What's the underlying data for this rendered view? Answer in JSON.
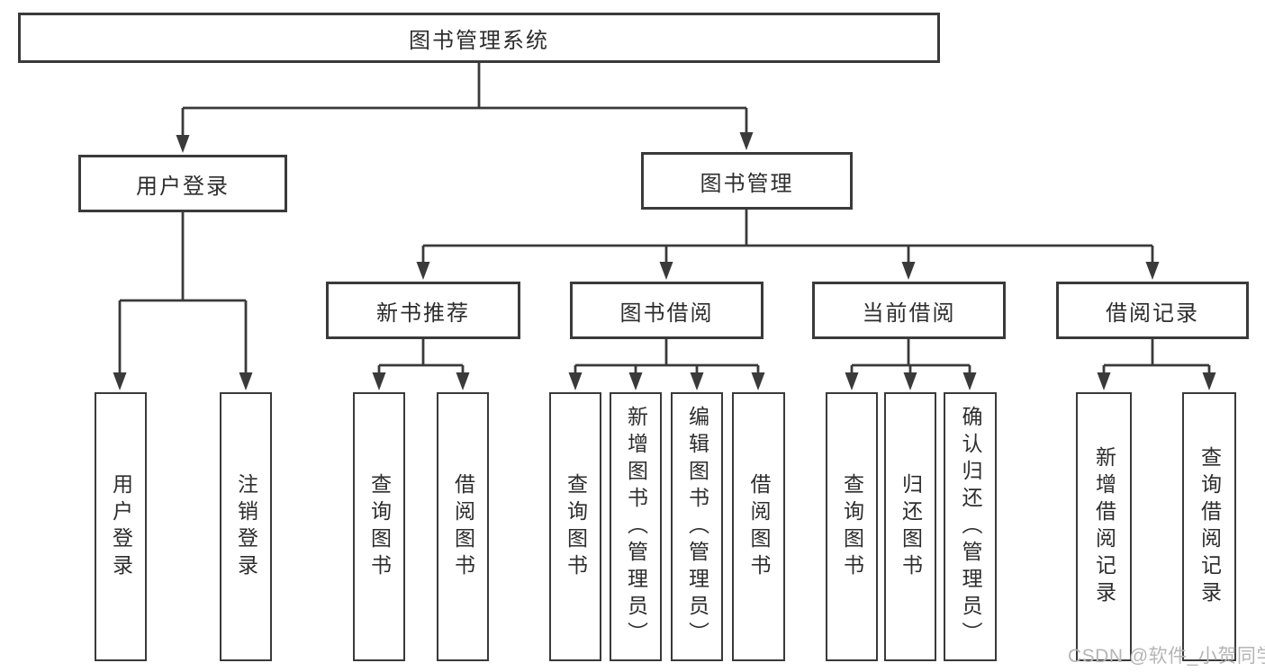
{
  "diagram": {
    "title_node": "图书管理系统",
    "colors": {
      "line": "#3a3a3a",
      "node_border": "#3a3a3a",
      "text": "#2d2d2d",
      "background": "#ffffff",
      "watermark": "#b5b5b5"
    },
    "tree": {
      "root": "图书管理系统",
      "branches": [
        {
          "label": "用户登录",
          "leaves": [
            "用户登录",
            "注销登录"
          ]
        },
        {
          "label": "图书管理",
          "sections": [
            {
              "label": "新书推荐",
              "leaves": [
                "查询图书",
                "借阅图书"
              ]
            },
            {
              "label": "图书借阅",
              "leaves": [
                "查询图书",
                "新增图书（管理员）",
                "编辑图书（管理员）",
                "借阅图书"
              ]
            },
            {
              "label": "当前借阅",
              "leaves": [
                "查询图书",
                "归还图书",
                "确认归还（管理员）"
              ]
            },
            {
              "label": "借阅记录",
              "leaves": [
                "新增借阅记录",
                "查询借阅记录"
              ]
            }
          ]
        }
      ]
    },
    "watermark": "CSDN @软件_小贺同学"
  }
}
